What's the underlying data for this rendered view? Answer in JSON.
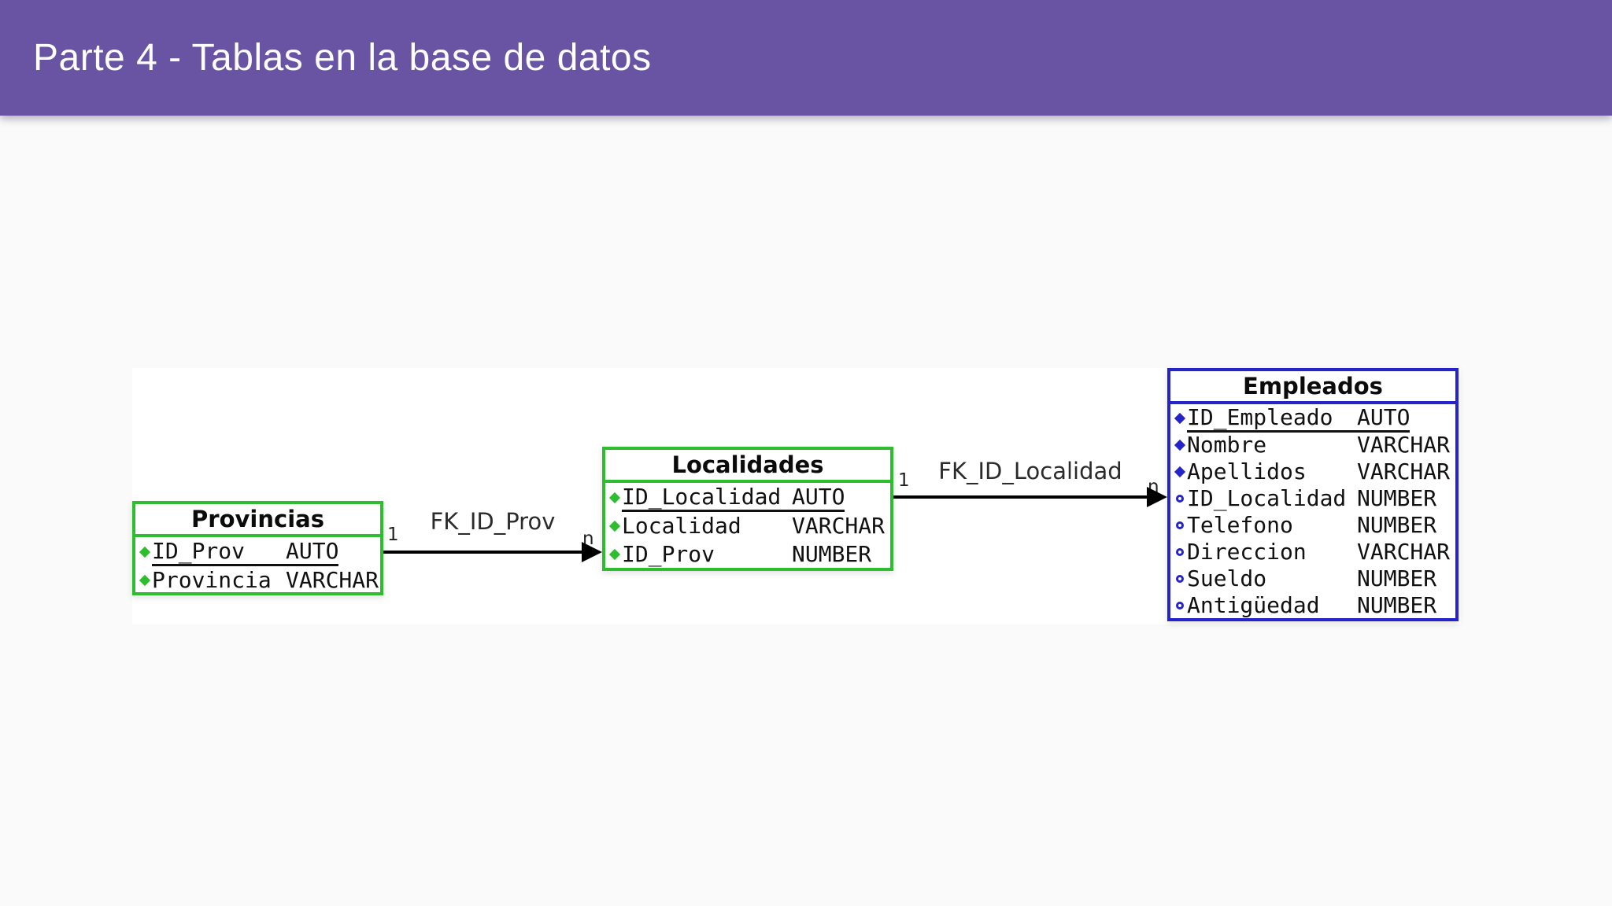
{
  "header": {
    "title": "Parte 4 - Tablas en la base de datos",
    "bg_color": "#6954a4",
    "text_color": "#fdfdfe"
  },
  "diagram": {
    "background_color": "#ffffff",
    "page_background_color": "#fafafa",
    "connector_color": "#000000",
    "tables": [
      {
        "name": "Provincias",
        "accent": "#2ebd2e",
        "fields": [
          {
            "bullet": "diamond",
            "name": "ID_Prov",
            "type": "AUTO",
            "pk": true
          },
          {
            "bullet": "diamond",
            "name": "Provincia",
            "type": "VARCHAR",
            "pk": false
          }
        ]
      },
      {
        "name": "Localidades",
        "accent": "#2ebd2e",
        "fields": [
          {
            "bullet": "diamond",
            "name": "ID_Localidad",
            "type": "AUTO",
            "pk": true
          },
          {
            "bullet": "diamond",
            "name": "Localidad",
            "type": "VARCHAR",
            "pk": false
          },
          {
            "bullet": "diamond",
            "name": "ID_Prov",
            "type": "NUMBER",
            "pk": false
          }
        ]
      },
      {
        "name": "Empleados",
        "accent": "#2424c8",
        "fields": [
          {
            "bullet": "diamond",
            "name": "ID_Empleado",
            "type": "AUTO",
            "pk": true
          },
          {
            "bullet": "diamond",
            "name": "Nombre",
            "type": "VARCHAR",
            "pk": false
          },
          {
            "bullet": "diamond",
            "name": "Apellidos",
            "type": "VARCHAR",
            "pk": false
          },
          {
            "bullet": "circle",
            "name": "ID_Localidad",
            "type": "NUMBER",
            "pk": false
          },
          {
            "bullet": "circle",
            "name": "Telefono",
            "type": "NUMBER",
            "pk": false
          },
          {
            "bullet": "circle",
            "name": "Direccion",
            "type": "VARCHAR",
            "pk": false
          },
          {
            "bullet": "circle",
            "name": "Sueldo",
            "type": "NUMBER",
            "pk": false
          },
          {
            "bullet": "circle",
            "name": "Antigüedad",
            "type": "NUMBER",
            "pk": false
          }
        ]
      }
    ],
    "relations": [
      {
        "label": "FK_ID_Prov",
        "from_card": "1",
        "to_card": "n"
      },
      {
        "label": "FK_ID_Localidad",
        "from_card": "1",
        "to_card": "n"
      }
    ]
  }
}
